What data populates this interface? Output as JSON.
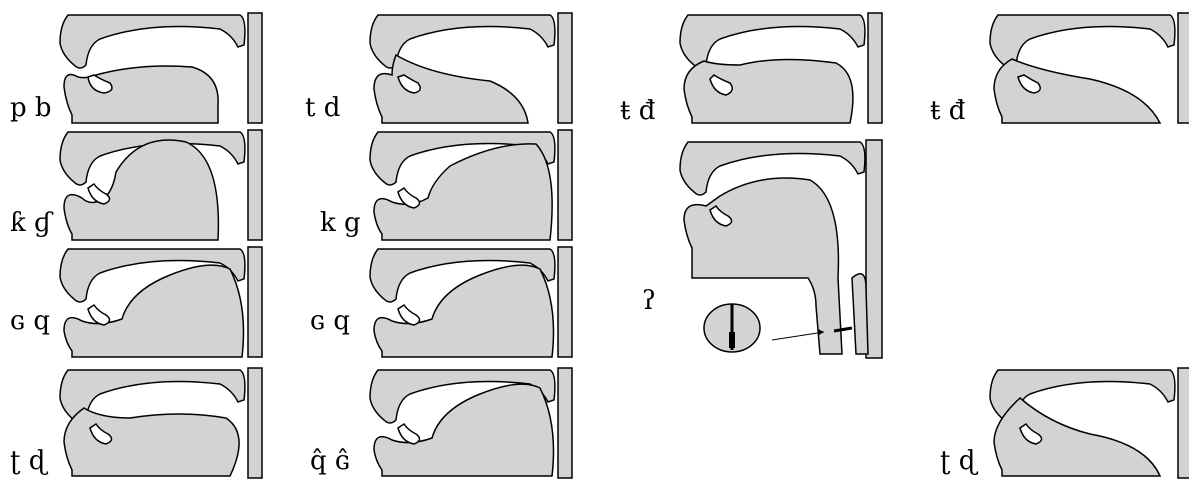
{
  "colors": {
    "tissue": "#d3d3d3",
    "stroke": "#000000",
    "background": "#ffffff"
  },
  "panels": [
    {
      "id": "p1",
      "label": "p b"
    },
    {
      "id": "p2",
      "label": "t d"
    },
    {
      "id": "p3",
      "label": "ŧ đ"
    },
    {
      "id": "p4",
      "label": "ŧ đ"
    },
    {
      "id": "p5",
      "label": "ƙ ɠ"
    },
    {
      "id": "p6",
      "label": "k g"
    },
    {
      "id": "p7",
      "label": "ʔ"
    },
    {
      "id": "p8",
      "label": "ɢ q"
    },
    {
      "id": "p9",
      "label": "ɢ q"
    },
    {
      "id": "p10",
      "label": "ʈ ɖ"
    },
    {
      "id": "p11",
      "label": "q̂ ɢ̂"
    },
    {
      "id": "p12",
      "label": "ʈ ɖ"
    }
  ]
}
